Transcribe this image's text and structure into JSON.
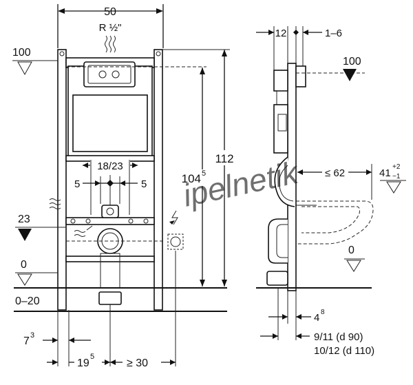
{
  "front": {
    "width_50": "50",
    "thread": "R ½\"",
    "level_100": "100",
    "level_23": "23",
    "level_0": "0",
    "range_0_20": "0–20",
    "dim_18_23": "18/23",
    "dim_5_left": "5",
    "dim_5_right": "5",
    "dim_104_main": "104",
    "dim_104_sup": "5",
    "dim_112": "112",
    "dim_7_main": "7",
    "dim_7_sup": "3",
    "dim_19_main": "19",
    "dim_19_sup": "5",
    "dim_ge30": "≥ 30"
  },
  "side": {
    "dim_12": "12",
    "dim_1_6": "1–6",
    "level_100": "100",
    "dim_le62": "≤ 62",
    "dim_41": "41",
    "dim_41_plus": "+2",
    "dim_41_minus": "−1",
    "level_0": "0",
    "dim_4_main": "4",
    "dim_4_sup": "8",
    "note_9_11": "9/11  (d 90)",
    "note_10_12": "10/12 (d 110)"
  },
  "watermark": "ipelnetik"
}
